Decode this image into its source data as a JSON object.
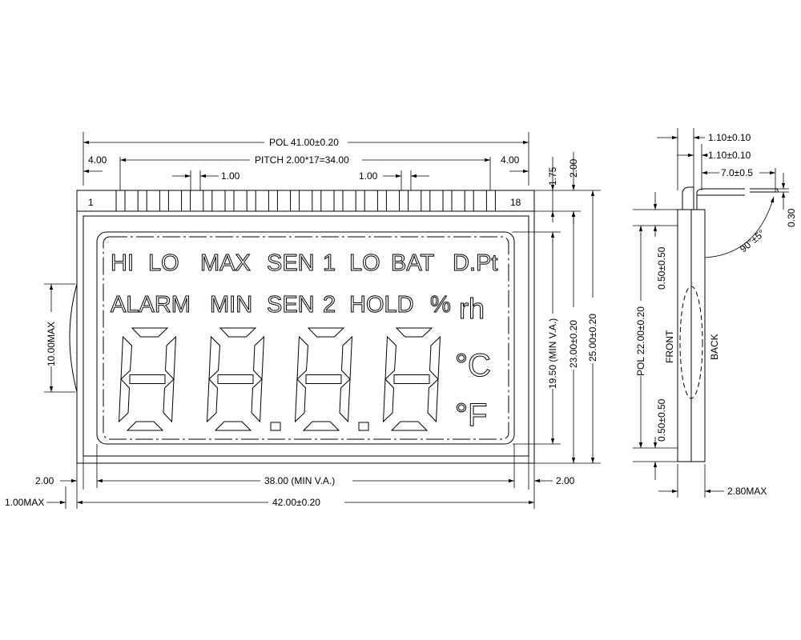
{
  "front_view": {
    "pol_width": "POL 41.00±0.20",
    "pitch": "PITCH 2.00*17=34.00",
    "left_offset": "4.00",
    "right_offset": "4.00",
    "pin_width_left": "1.00",
    "pin_width_right": "1.00",
    "pin_first": "1",
    "pin_last": "18",
    "pin_count": 18,
    "dim_1_75": "1.75",
    "dim_2_00_top": "2.00",
    "height_va": "19.50 (MIN V.A.)",
    "height_glass": "23.00±0.20",
    "height_total": "25.00±0.20",
    "left_height": "10.00MAX",
    "bottom_left_2": "2.00",
    "bottom_right_2": "2.00",
    "bottom_1max": "1.00MAX",
    "va_width": "38.00 (MIN V.A.)",
    "total_width": "42.00±0.20"
  },
  "lcd": {
    "row1": [
      "HI",
      "LO",
      "MAX",
      "SEN",
      "1",
      "LO",
      "BAT",
      "D.Pt"
    ],
    "row2": [
      "ALARM",
      "MIN",
      "SEN",
      "2",
      "HOLD",
      "%",
      "rh"
    ],
    "digit_count": 4,
    "unit_c": "°C",
    "unit_f": "°F"
  },
  "side_view": {
    "t1": "1.10±0.10",
    "t2": "1.10±0.10",
    "pin_len": "7.0±0.5",
    "pin_t": "0.30",
    "angle": "90°±5°",
    "gap_top": "0.50±0.50",
    "gap_bottom": "0.50±0.50",
    "pol_height": "POL 22.00±0.20",
    "front": "FRONT",
    "back": "BACK",
    "thickness": "2.80MAX"
  }
}
